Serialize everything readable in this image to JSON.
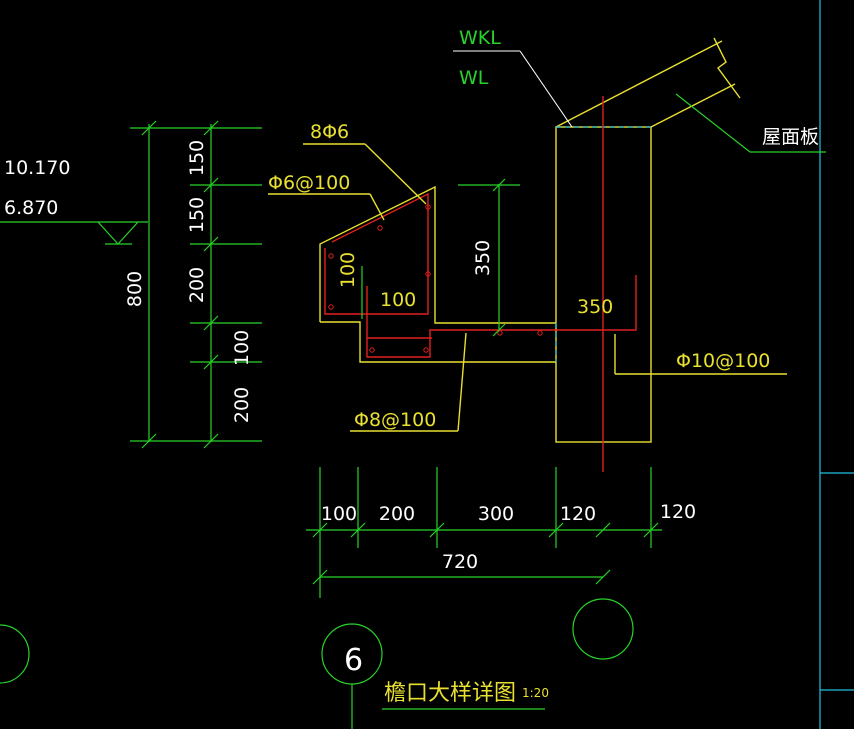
{
  "labels": {
    "wkl": "WKL",
    "wl": "WL",
    "roof_slab": "屋面板",
    "elev_top": "10.170",
    "elev_bottom": "6.870",
    "rebar_8phi6": "8Φ6",
    "rebar_phi6_100": "Φ6@100",
    "rebar_phi8_100": "Φ8@100",
    "rebar_phi10_100": "Φ10@100",
    "grid_bubble_6": "6",
    "title": "檐口大样详图",
    "scale": "1:20"
  },
  "dimensions": {
    "left_150_a": "150",
    "left_150_b": "150",
    "left_200_a": "200",
    "left_100": "100",
    "left_200_b": "200",
    "left_total": "800",
    "gutter_inner_100": "100",
    "gutter_100_h": "100",
    "wall_350_v": "350",
    "wall_350_h": "350",
    "bottom_100": "100",
    "bottom_200": "200",
    "bottom_300": "300",
    "bottom_120_a": "120",
    "bottom_120_b": "120",
    "bottom_total": "720"
  },
  "colors": {
    "background": "#000000",
    "dimension_green": "#28d228",
    "concrete_yellow": "#e8e030",
    "rebar_red": "#e02020",
    "leader_white": "#ffffff",
    "frame_cyan": "#22c0e0"
  }
}
